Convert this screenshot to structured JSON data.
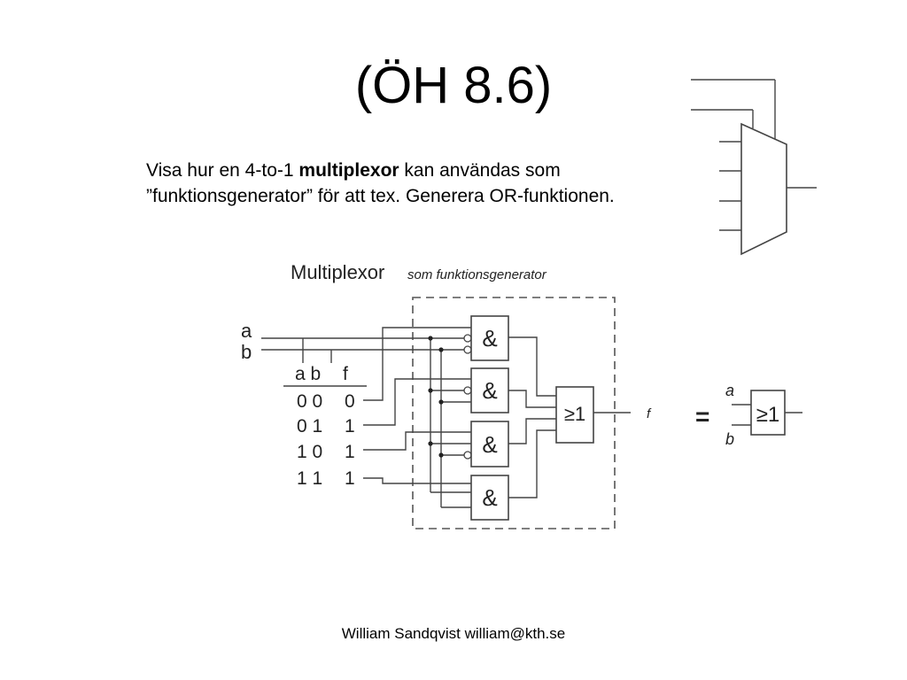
{
  "slide": {
    "title": "(ÖH 8.6)",
    "intro_part1": "Visa hur en 4-to-1 ",
    "intro_bold": "multiplexor",
    "intro_part2": " kan användas som",
    "intro_line2": "”funktionsgenerator” för att tex. Generera OR-funktionen.",
    "footer": "William Sandqvist william@kth.se"
  },
  "diagram": {
    "heading": "Multiplexor",
    "subheading": "som funktionsgenerator",
    "input_a": "a",
    "input_b": "b",
    "truth_table": {
      "headers": [
        "a b",
        "f"
      ],
      "rows": [
        {
          "ab": "0 0",
          "f": "0"
        },
        {
          "ab": "0 1",
          "f": "1"
        },
        {
          "ab": "1 0",
          "f": "1"
        },
        {
          "ab": "1 1",
          "f": "1"
        }
      ]
    },
    "and_symbol": "&",
    "or_symbol": "≥1",
    "output_label": "f",
    "equals": "=",
    "eq_input_a": "a",
    "eq_input_b": "b",
    "eq_gate_symbol": "≥1"
  }
}
